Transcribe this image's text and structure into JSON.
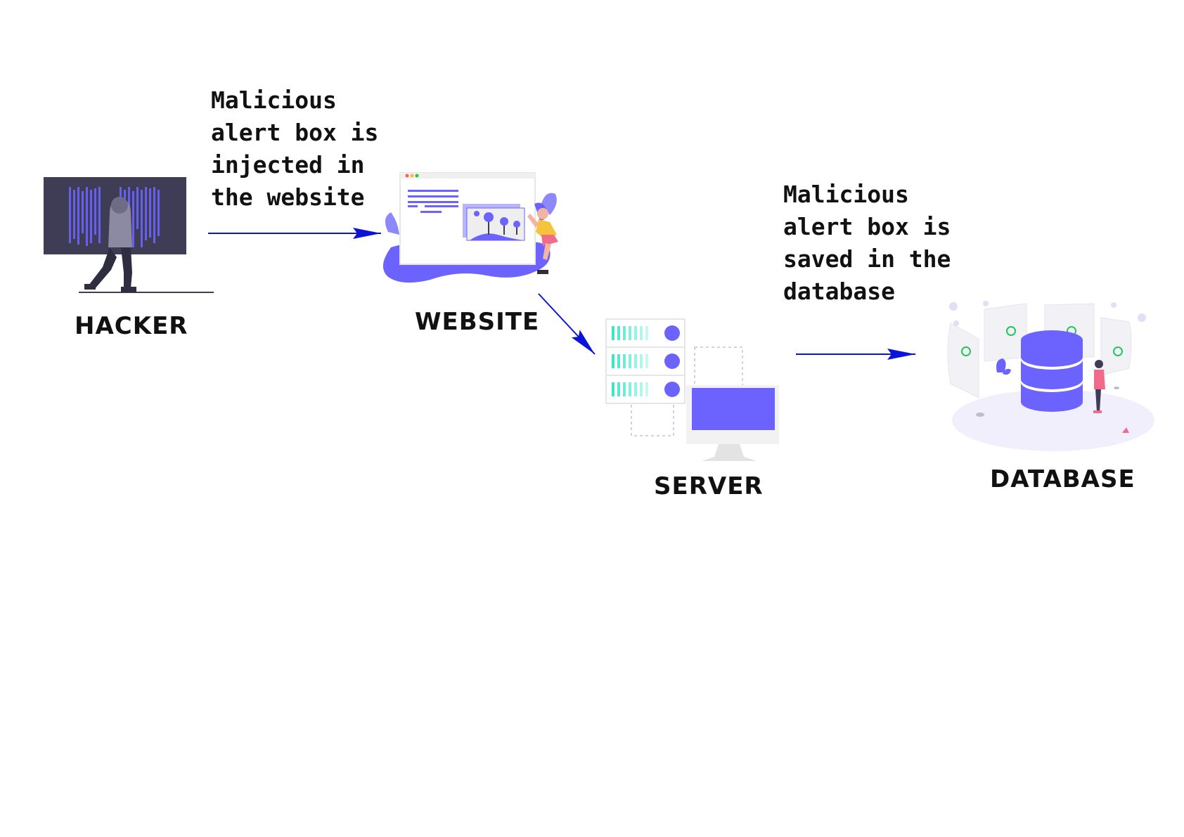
{
  "nodes": {
    "hacker": "HACKER",
    "website": "WEBSITE",
    "server": "SERVER",
    "database": "DATABASE"
  },
  "notes": {
    "injection": [
      "Malicious",
      "alert box is",
      "injected in",
      "the website"
    ],
    "storage": [
      "Malicious",
      "alert box is",
      "saved in the",
      "database"
    ]
  },
  "colors": {
    "arrow": "#0a14d8",
    "accent": "#6c63ff",
    "dark": "#3f3d56",
    "teal": "#3ee6c8",
    "pink": "#f06a8a",
    "yellow": "#f5c43a"
  }
}
